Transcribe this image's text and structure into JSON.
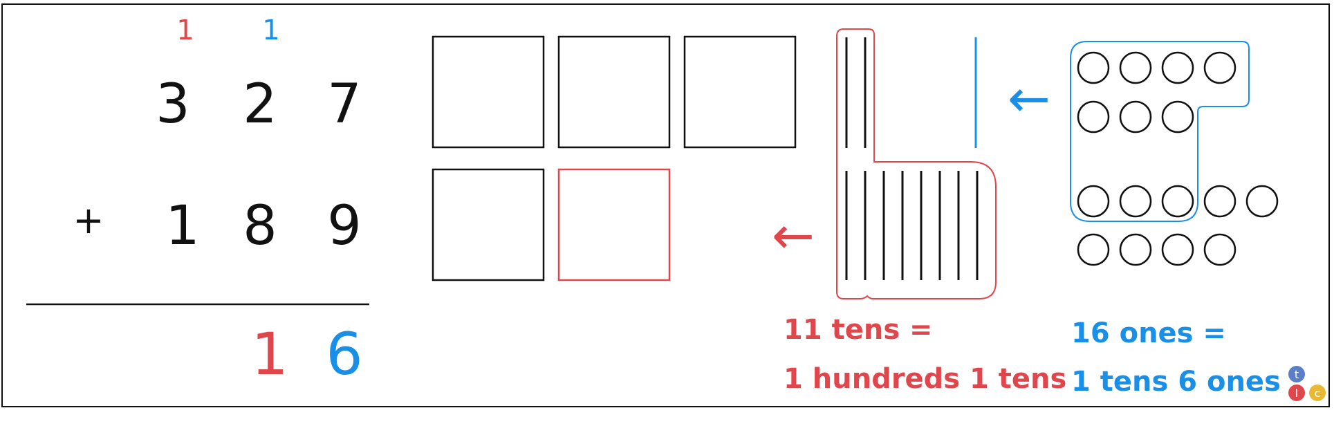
{
  "colors": {
    "black": "#111111",
    "red": "#e0474c",
    "blue": "#1a8fe8",
    "logo_t": "#5b7ec9",
    "logo_l": "#e0474c",
    "logo_c": "#e9b934"
  },
  "problem": {
    "carry_tens": "1",
    "carry_ones": "1",
    "top": [
      "3",
      "2",
      "7"
    ],
    "operator": "+",
    "bottom": [
      "1",
      "8",
      "9"
    ],
    "answer_tens": "1",
    "answer_ones": "6"
  },
  "blocks": {
    "hundreds_squares": 5,
    "highlighted_hundreds": 1,
    "tens_rods": 11,
    "tens_rods_carried": 1,
    "ones_circles": 16,
    "ones_regrouped": 10
  },
  "labels": {
    "tens_line1": "11 tens =",
    "tens_line2": "1 hundreds 1 tens",
    "ones_line1": "16 ones =",
    "ones_line2": "1 tens 6 ones"
  },
  "arrows": {
    "tens": "←",
    "ones": "←"
  },
  "logo": {
    "t": "t",
    "l": "l",
    "c": "c"
  }
}
